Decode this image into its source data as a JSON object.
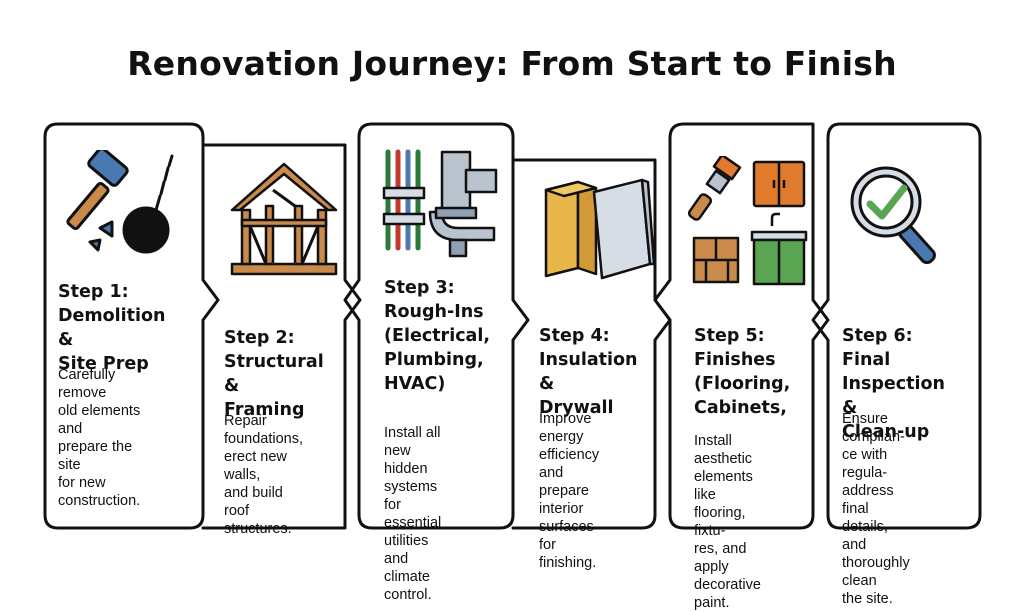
{
  "title": "Renovation Journey: From Start to Finish",
  "steps": [
    {
      "heading": [
        "Step 1:",
        "Demolition &",
        "Site Prep"
      ],
      "desc": [
        "Carefully remove",
        "old elements and",
        "prepare the site",
        "for new",
        "construction."
      ],
      "icon": "demolition-hammer-wrecking-ball-icon"
    },
    {
      "heading": [
        "Step 2:",
        "Structural &",
        "Framing"
      ],
      "desc": [
        "Repair foundations,",
        "erect new walls,",
        "and build roof",
        "structures."
      ],
      "icon": "house-frame-icon"
    },
    {
      "heading": [
        "Step 3:",
        "Rough-Ins",
        "(Electrical,",
        "Plumbing,",
        "HVAC)"
      ],
      "desc": [
        "Install all new",
        "hidden systems",
        "for essential",
        "utilities and",
        "climate control."
      ],
      "icon": "wires-and-pipes-icon"
    },
    {
      "heading": [
        "Step 4:",
        "Insulation &",
        "Drywall"
      ],
      "desc": [
        "Improve energy",
        "efficiency and",
        "prepare interior",
        "surfaces for",
        "finishing."
      ],
      "icon": "insulation-drywall-icon"
    },
    {
      "heading": [
        "Step 5:",
        "Finishes",
        "(Flooring,",
        "Cabinets,"
      ],
      "desc": [
        "Install aesthetic",
        "elements like",
        "flooring, fixtu-",
        "res, and apply",
        "decorative paint."
      ],
      "icon": "finishes-brush-cabinet-floor-sink-icon"
    },
    {
      "heading": [
        "Step 6: Final",
        "Inspection &",
        "Clean-up"
      ],
      "desc": [
        "Ensure complian-",
        "ce with regula-",
        "address",
        "final details, and",
        "thoroughly clean",
        "the site."
      ],
      "icon": "magnifier-checkmark-icon"
    }
  ],
  "colors": {
    "outline": "#111111",
    "steel_blue": "#4a78b0",
    "wood": "#c98a4b",
    "insulation": "#e8b64a",
    "green": "#5aa552",
    "orange": "#e07a2c",
    "panel_gray": "#d7dde4"
  }
}
